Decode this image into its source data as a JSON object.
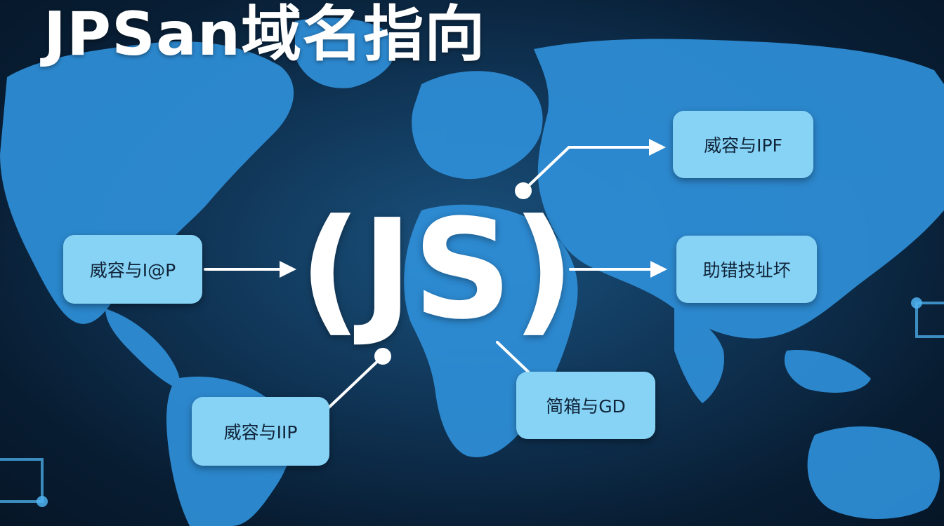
{
  "title": "JPSan域名指向",
  "logo_text": "(JS)",
  "nodes": {
    "left": "威容与I@P",
    "bottom_left": "威容与IIP",
    "top_right": "威容与IPF",
    "middle_right": "助错技址坏",
    "bottom_middle": "简箱与GD"
  },
  "colors": {
    "background": "#0a2540",
    "map_land": "#2f8fd8",
    "node_fill": "#87d3f5",
    "connector": "#ffffff"
  },
  "icons": [
    "arrow-right-icon",
    "connector-dot-icon"
  ]
}
